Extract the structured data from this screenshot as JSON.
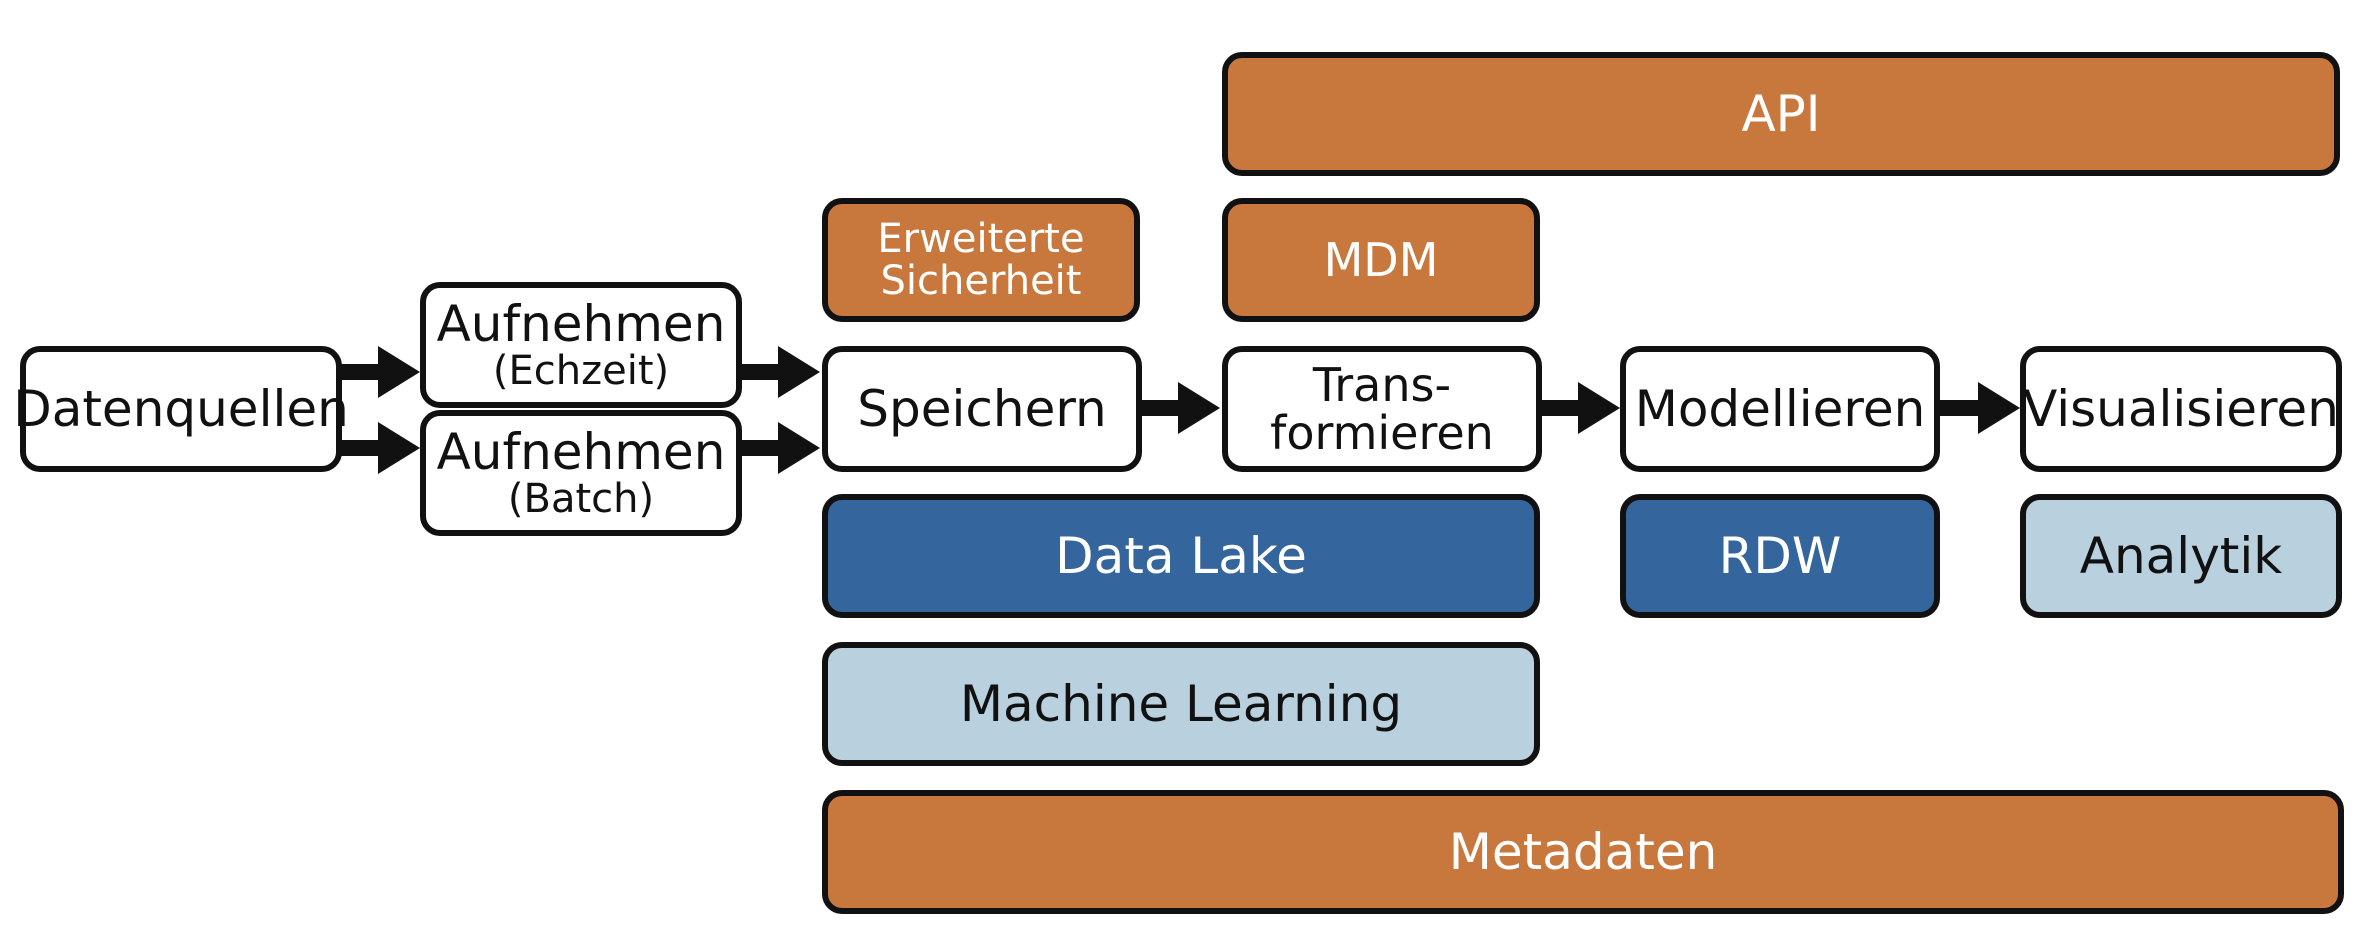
{
  "diagram": {
    "nodes": {
      "datenquellen": "Datenquellen",
      "aufnehmen_echtzeit": {
        "title": "Aufnehmen",
        "sub": "(Echzeit)"
      },
      "aufnehmen_batch": {
        "title": "Aufnehmen",
        "sub": "(Batch)"
      },
      "speichern": "Speichern",
      "transformieren": {
        "line1": "Trans-",
        "line2": "formieren"
      },
      "modellieren": "Modellieren",
      "visualisieren": "Visualisieren"
    },
    "layers": {
      "api": "API",
      "mdm": "MDM",
      "erweiterte_sicherheit": {
        "line1": "Erweiterte",
        "line2": "Sicherheit"
      },
      "data_lake": "Data Lake",
      "rdw": "RDW",
      "analytik": "Analytik",
      "machine_learning": "Machine Learning",
      "metadaten": "Metadaten"
    },
    "colors": {
      "orange": "#c8773d",
      "dark_blue": "#34659c",
      "light_blue": "#b9d0de",
      "outline": "#111111"
    }
  }
}
